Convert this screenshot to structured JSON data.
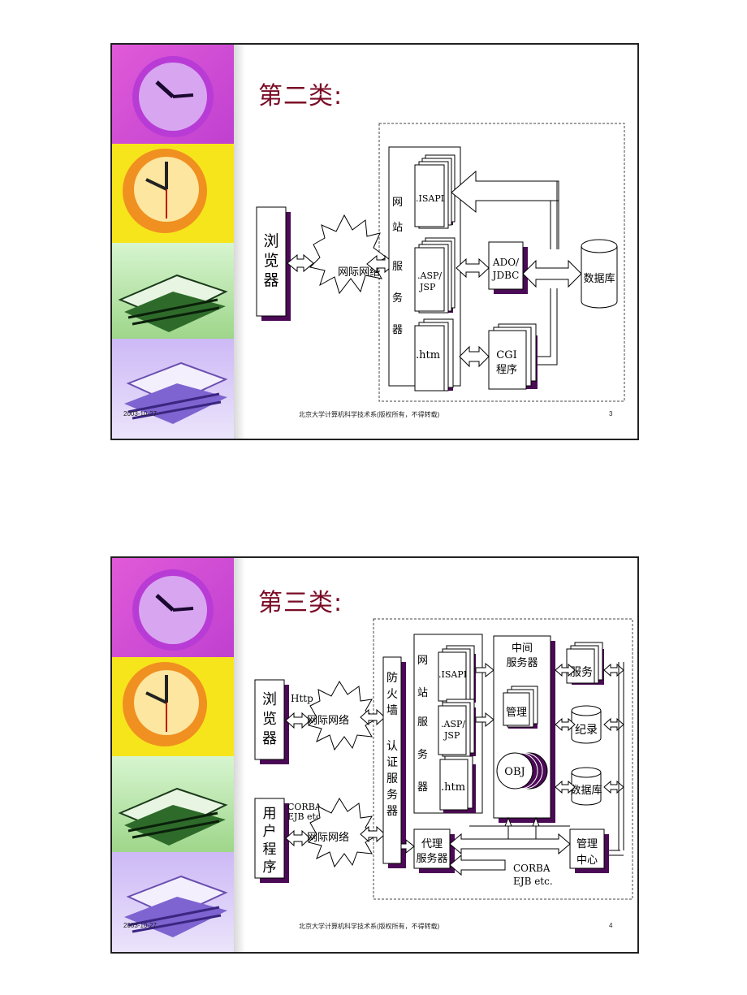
{
  "slides": [
    {
      "title": "第二类:",
      "footer": {
        "date": "2003-10-27",
        "center": "北京大学计算机科学技术系(版权所有，不得转载)",
        "page": "3"
      },
      "browser_chars": [
        "浏",
        "览",
        "器"
      ],
      "internet": "网际网络",
      "web_server_chars": [
        "网",
        "站",
        "服",
        "务",
        "器"
      ],
      "isapi": ".ISAPI",
      "asp_line1": ".ASP/",
      "asp_line2": "JSP",
      "htm": ".htm",
      "ado_line1": "ADO/",
      "ado_line2": "JDBC",
      "cgi_line1": "CGI",
      "cgi_line2": "程序",
      "database": "数据库"
    },
    {
      "title": "第三类:",
      "footer": {
        "date": "2003-10-27",
        "center": "北京大学计算机科学技术系(版权所有，不得转载)",
        "page": "4"
      },
      "browser_chars": [
        "浏",
        "览",
        "器"
      ],
      "http": "Http",
      "internet": "网际网络",
      "user_program_chars": [
        "用",
        "户",
        "程",
        "序"
      ],
      "corba_left_1": "CORBA",
      "corba_left_2": "EJB etc",
      "firewall_chars": [
        "防",
        "火",
        "墙"
      ],
      "auth_chars": [
        "认",
        "证",
        "服",
        "务",
        "器"
      ],
      "web_server_chars": [
        "网",
        "站",
        "服",
        "务",
        "器"
      ],
      "isapi": ".ISAPI",
      "asp_line1": ".ASP/",
      "asp_line2": "JSP",
      "htm": ".htm",
      "middle_line1": "中间",
      "middle_line2": "服务器",
      "manage": "管理",
      "obj": "OBJ",
      "service": "服务",
      "record": "纪录",
      "database": "数据库",
      "proxy_line1": "代理",
      "proxy_line2": "服务器",
      "mgmt_center_line1": "管理",
      "mgmt_center_line2": "中心",
      "corba_bottom_1": "CORBA",
      "corba_bottom_2": "EJB etc."
    }
  ],
  "colors": {
    "title": "#7a0b25",
    "shadow": "#4b0a55"
  }
}
